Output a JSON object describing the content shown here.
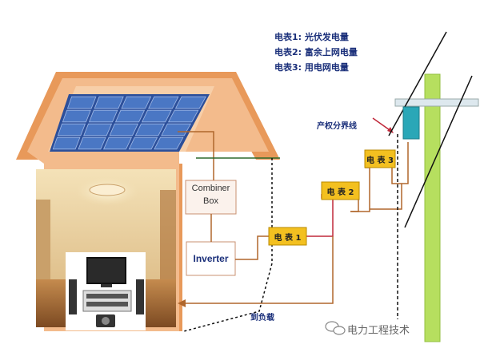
{
  "legend": [
    "电表1: 光伏发电量",
    "电表2: 富余上网电量",
    "电表3: 用电网电量"
  ],
  "labels": {
    "combiner_box_line1": "Combiner",
    "combiner_box_line2": "Box",
    "inverter": "Inverter",
    "meter1": "电 表 1",
    "meter2": "电 表 2",
    "meter3": "电 表 3",
    "boundary_line": "产权分界线",
    "to_load": "到负载"
  },
  "watermark": {
    "text": "电力工程技术",
    "icon": "wechat-icon"
  },
  "colors": {
    "roof": "#f3bb8c",
    "roof_edge": "#e8995a",
    "solar_panel": "#4a77c4",
    "meter": "#f3c020",
    "pole": "#b6df5f",
    "grid_meter": "#2aa7b7",
    "wire_brown": "#b0672c",
    "wire_green": "#2d6a2d",
    "wire_red": "#c0283a",
    "text_blue": "#1a2f7a"
  }
}
